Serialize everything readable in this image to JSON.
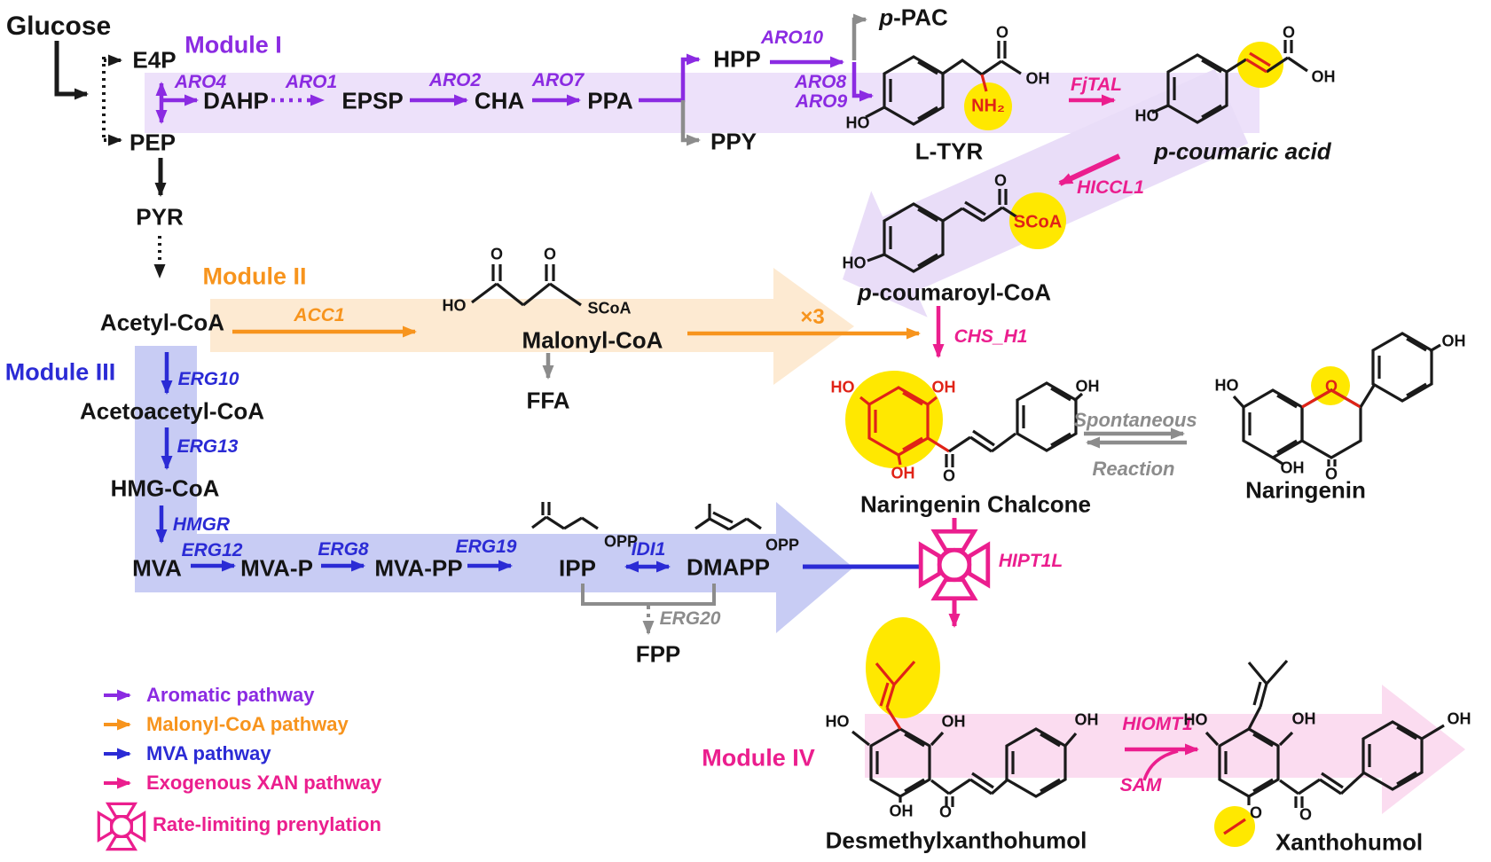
{
  "modules": {
    "m1": "Module I",
    "m2": "Module II",
    "m3": "Module III",
    "m4": "Module IV"
  },
  "metabolites": {
    "glucose": "Glucose",
    "e4p": "E4P",
    "pep": "PEP",
    "pyr": "PYR",
    "dahp": "DAHP",
    "epsp": "EPSP",
    "cha": "CHA",
    "ppa": "PPA",
    "hpp": "HPP",
    "ppy": "PPY",
    "ppac_prefix": "p",
    "ppac_rest": "-PAC",
    "ltyr": "L-TYR",
    "pcoumaric": "p-coumaric acid",
    "pcoumaro_prefix": "p",
    "pcoumaro_rest": "-coumaroyl-CoA",
    "acetylcoa": "Acetyl-CoA",
    "malonylcoa": "Malonyl-CoA",
    "ffa": "FFA",
    "naringenin_chalcone": "Naringenin Chalcone",
    "naringenin": "Naringenin",
    "acetoacetylcoa": "Acetoacetyl-CoA",
    "hmgcoa": "HMG-CoA",
    "mva": "MVA",
    "mvap": "MVA-P",
    "mvapp": "MVA-PP",
    "ipp": "IPP",
    "dmapp": "DMAPP",
    "fpp": "FPP",
    "desmethylxanthohumol": "Desmethylxanthohumol",
    "xanthohumol": "Xanthohumol"
  },
  "enzymes": {
    "aro4": "ARO4",
    "aro1": "ARO1",
    "aro2": "ARO2",
    "aro7": "ARO7",
    "aro10": "ARO10",
    "aro8": "ARO8",
    "aro9": "ARO9",
    "fjtal": "FjTAL",
    "hiccl1": "HICCL1",
    "acc1": "ACC1",
    "chs_h1": "CHS_H1",
    "erg10": "ERG10",
    "erg13": "ERG13",
    "hmgr": "HMGR",
    "erg12": "ERG12",
    "erg8": "ERG8",
    "erg19": "ERG19",
    "idi1": "IDI1",
    "erg20": "ERG20",
    "hipt1l": "HIPT1L",
    "hiomt1": "HIOMT1",
    "sam": "SAM"
  },
  "annotations": {
    "x3": "×3",
    "spontaneous": "Spontaneous",
    "reaction": "Reaction"
  },
  "atoms": {
    "ho": "HO",
    "oh": "OH",
    "o": "O",
    "nh2": "NH₂",
    "scoa": "SCoA",
    "opp": "OPP"
  },
  "legend": {
    "items": [
      {
        "label": "Aromatic pathway",
        "color": "#8B2BE2"
      },
      {
        "label": "Malonyl-CoA pathway",
        "color": "#F7941D"
      },
      {
        "label": "MVA pathway",
        "color": "#2B2BD5"
      },
      {
        "label": "Exogenous XAN pathway",
        "color": "#EB1E8E"
      },
      {
        "label": "Rate-limiting prenylation",
        "color": "#EB1E8E"
      }
    ]
  },
  "colors": {
    "aromatic": "#8B2BE2",
    "malonyl_pathway": "#F7941D",
    "mva_pathway": "#2B2BD5",
    "xan_pathway": "#EB1E8E",
    "gray": "#8C8C8C",
    "highlight_red": "#E02317",
    "highlight_yellow": "#FFE800",
    "band_aromatic": "#EDE1FA",
    "band_malonyl": "#FDEAD2",
    "band_mva": "#C8CCF4",
    "band_xan": "#FBDCF0"
  }
}
